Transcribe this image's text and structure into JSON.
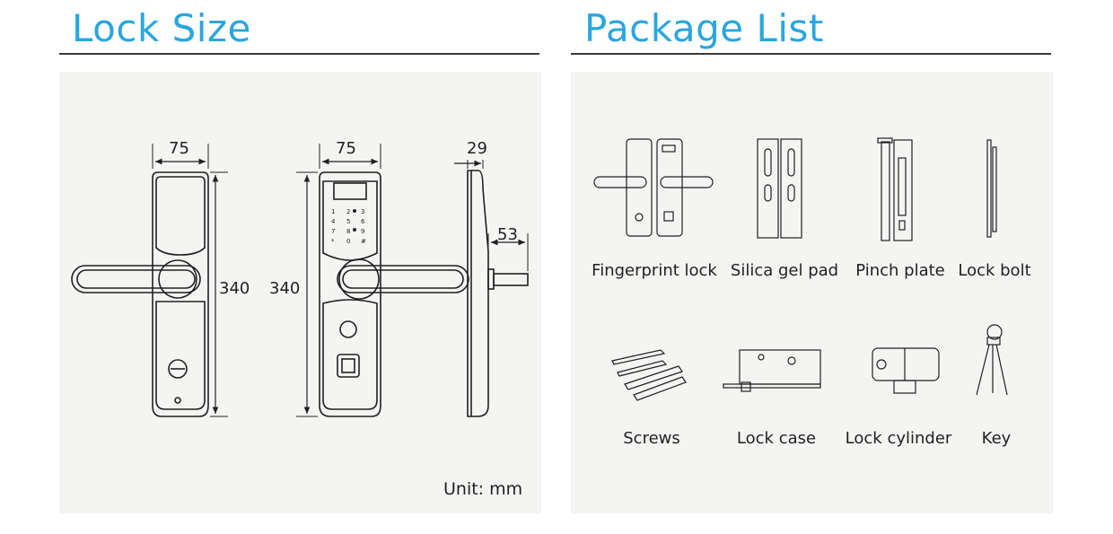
{
  "lock_size": {
    "title": "Lock Size",
    "dims": {
      "front_width": "75",
      "front_height": "340",
      "back_width": "75",
      "back_height": "340",
      "side_depth": "29",
      "bolt_length": "53"
    },
    "unit": "Unit: mm"
  },
  "package_list": {
    "title": "Package List",
    "items": [
      {
        "label": "Fingerprint lock",
        "icon": "fingerprint-lock-icon"
      },
      {
        "label": "Silica gel pad",
        "icon": "silica-gel-pad-icon"
      },
      {
        "label": "Pinch plate",
        "icon": "pinch-plate-icon"
      },
      {
        "label": "Lock bolt",
        "icon": "lock-bolt-icon"
      },
      {
        "label": "Screws",
        "icon": "screws-icon"
      },
      {
        "label": "Lock case",
        "icon": "lock-case-icon"
      },
      {
        "label": "Lock cylinder",
        "icon": "lock-cylinder-icon"
      },
      {
        "label": "Key",
        "icon": "key-icon"
      }
    ]
  },
  "colors": {
    "accent": "#2aa6df",
    "panel": "#f4f5f3",
    "line": "#231f20"
  }
}
